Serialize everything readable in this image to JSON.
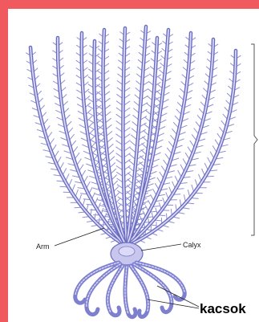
{
  "labels": {
    "arm": "Arm",
    "calyx": "Calyx",
    "cirri": "kacsok"
  },
  "colors": {
    "background": "#f05a5f",
    "panel": "#ffffff",
    "arm_fill": "#b9b6e6",
    "arm_stroke": "#6a6cc0",
    "pinnule": "#8f8ed6",
    "bracket": "#555555"
  }
}
